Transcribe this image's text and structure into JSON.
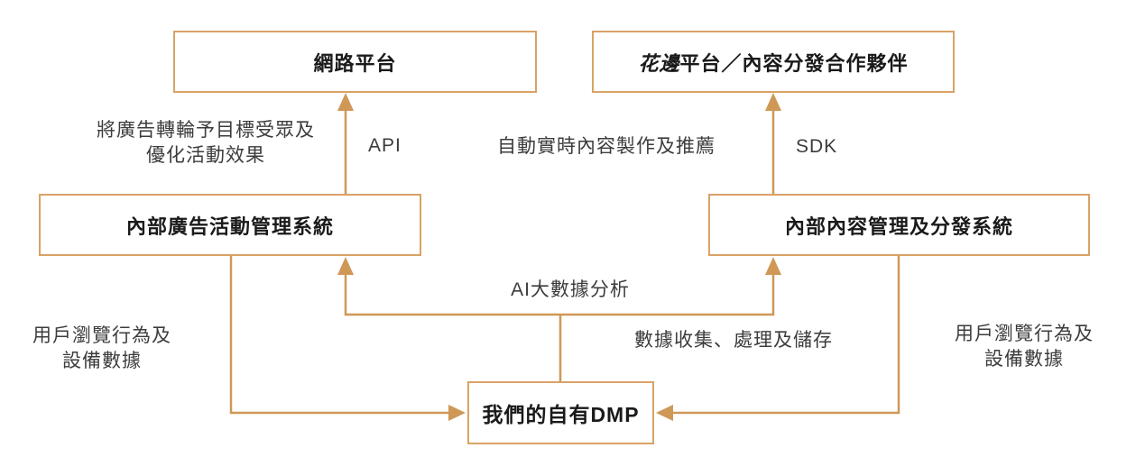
{
  "colors": {
    "connector": "#cf9857",
    "box_border": "#d9a266",
    "label_text": "#3c3c3c",
    "node_text": "#1a1a1a",
    "background": "#ffffff"
  },
  "nodes": {
    "web_platform": {
      "label": "網路平台"
    },
    "huabian_platform": {
      "brand": "花邊",
      "rest": "平台／內容分發合作夥伴"
    },
    "ad_system": {
      "label": "內部廣告活動管理系統"
    },
    "content_system": {
      "label": "內部內容管理及分發系統"
    },
    "dmp": {
      "label": "我們的自有DMP"
    }
  },
  "edge_labels": {
    "ad_delivery_line1": "將廣告轉輪予目標受眾及",
    "ad_delivery_line2": "優化活動效果",
    "api": "API",
    "auto_content": "自動實時內容製作及推薦",
    "sdk": "SDK",
    "ai_analysis": "AI大數據分析",
    "user_data_left_line1": "用戶瀏覽行為及",
    "user_data_left_line2": "設備數據",
    "data_collection": "數據收集、處理及儲存",
    "user_data_right_line1": "用戶瀏覽行為及",
    "user_data_right_line2": "設備數據"
  }
}
